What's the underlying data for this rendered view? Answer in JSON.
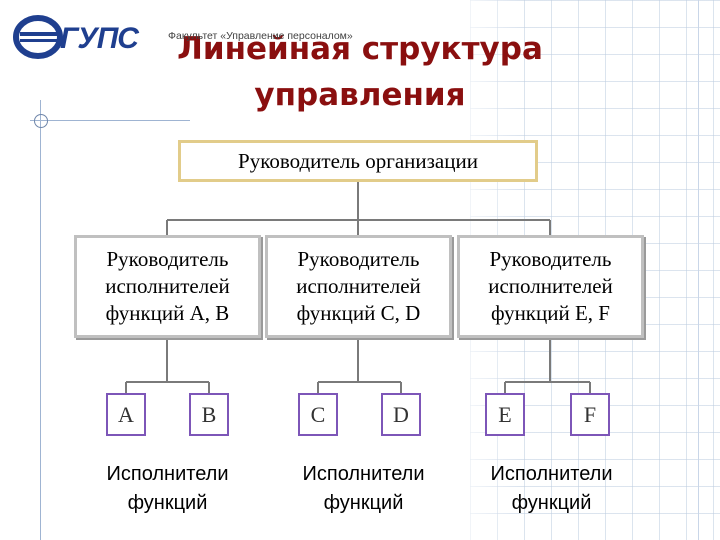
{
  "header": {
    "logo_text": "ГУПС",
    "faculty": "Факультет «Управление персоналом»",
    "title_line1": "Линейная структура",
    "title_line2": "управления"
  },
  "diagram": {
    "root": "Руководитель организации",
    "managers": [
      {
        "label": "Руководитель\nисполнителей\nфункций A, B",
        "children": [
          "A",
          "B"
        ]
      },
      {
        "label": "Руководитель\nисполнителей\nфункций C, D",
        "children": [
          "C",
          "D"
        ]
      },
      {
        "label": "Руководитель\nисполнителей\nфункций E, F",
        "children": [
          "E",
          "F"
        ]
      }
    ],
    "executor_caption": "Исполнители\nфункций"
  },
  "colors": {
    "title": "#8a0f0f",
    "root_border": "#e2cc8a",
    "manager_border": "#c0c0c0",
    "executor_border": "#7d56b8",
    "connector": "#7a7a7a"
  }
}
